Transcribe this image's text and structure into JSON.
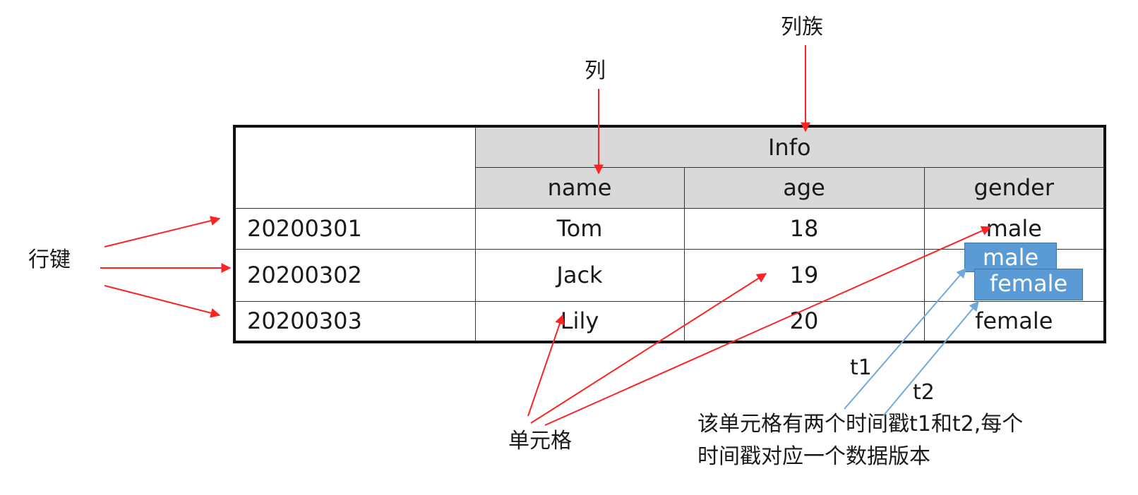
{
  "labels": {
    "column_family": "列族",
    "column": "列",
    "row_key": "行键",
    "cell": "单元格",
    "t1": "t1",
    "t2": "t2",
    "note_line1": "该单元格有两个时间戳t1和t2,每个",
    "note_line2": "时间戳对应一个数据版本"
  },
  "table": {
    "family": "Info",
    "columns": [
      "name",
      "age",
      "gender"
    ],
    "rows": [
      {
        "key": "20200301",
        "name": "Tom",
        "age": "18",
        "gender": "male"
      },
      {
        "key": "20200302",
        "name": "Jack",
        "age": "19",
        "gender": ""
      },
      {
        "key": "20200303",
        "name": "Lily",
        "age": "20",
        "gender": "female"
      }
    ]
  },
  "versions": {
    "v1": "male",
    "v2": "female"
  },
  "colors": {
    "annotation_arrow": "#ff2222",
    "timestamp_arrow": "#6fa8dc",
    "version_box": "#5b9bd5",
    "header_bg": "#d9d9d9"
  }
}
